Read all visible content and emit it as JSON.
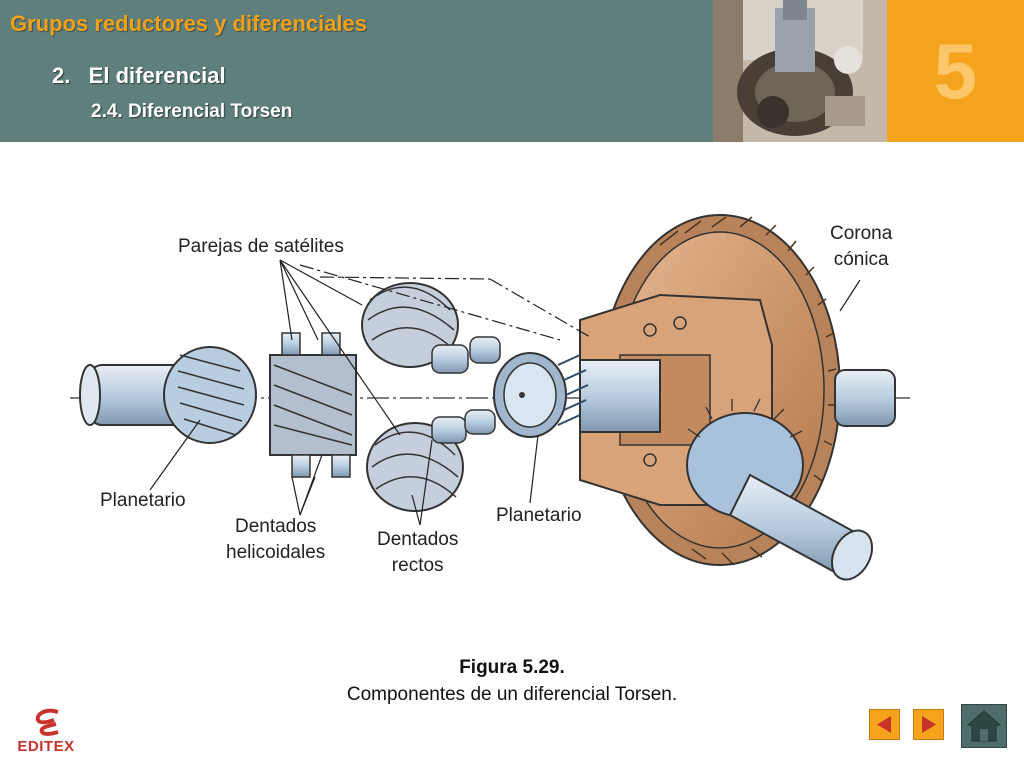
{
  "header": {
    "chapter_title": "Grupos reductores y diferenciales",
    "section_title": "2.   El diferencial",
    "subsection_title": "2.4. Diferencial Torsen",
    "chapter_number": "5"
  },
  "figure": {
    "labels": {
      "satellite_pairs": "Parejas de satélites",
      "crown_gear": "Corona\ncónica",
      "left_planetary": "Planetario",
      "right_planetary": "Planetario",
      "helical_teeth": "Dentados\nhelicoidales",
      "straight_teeth": "Dentados\nrectos"
    },
    "caption_number": "Figura 5.29.",
    "caption_text": "Componentes de un diferencial Torsen."
  },
  "logo": {
    "text": "EDITEX"
  },
  "colors": {
    "header_bg": "#5f7f7d",
    "accent_orange": "#f5a31c",
    "bronze": "#c88a5c",
    "steel_blue": "#b9cde0",
    "home_green": "#4f6d6a"
  },
  "icons": {
    "prev": "triangle-left-icon",
    "next": "triangle-right-icon",
    "home": "house-icon"
  }
}
